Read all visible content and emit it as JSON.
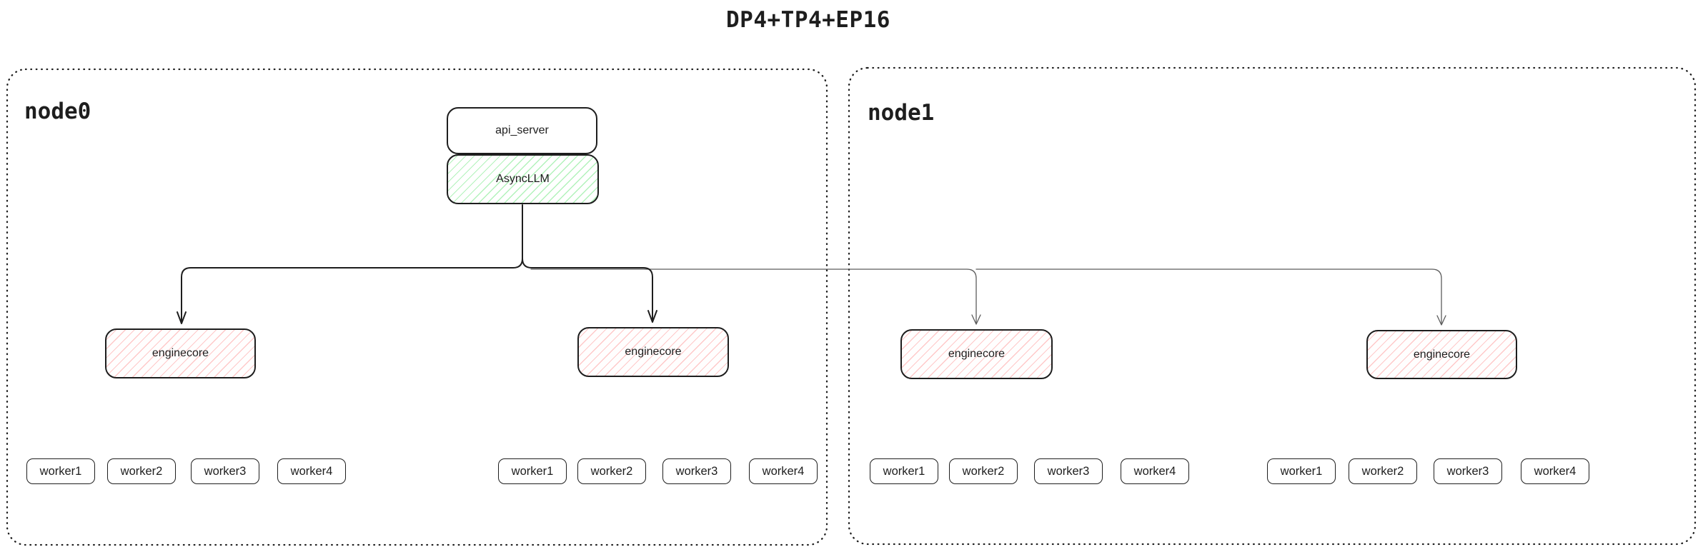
{
  "title": "DP4+TP4+EP16",
  "colors": {
    "ink": "#1e1e1e",
    "red_hatch": "#ffc9c9",
    "green_hatch": "#b2f2bb",
    "thin_line": "#5c5c5c"
  },
  "api_server_label": "api_server",
  "asyncllm_label": "AsyncLLM",
  "nodes": [
    {
      "label": "node0",
      "enginecores": [
        {
          "label": "enginecore",
          "workers": [
            "worker1",
            "worker2",
            "worker3",
            "worker4"
          ]
        },
        {
          "label": "enginecore",
          "workers": [
            "worker1",
            "worker2",
            "worker3",
            "worker4"
          ]
        }
      ]
    },
    {
      "label": "node1",
      "enginecores": [
        {
          "label": "enginecore",
          "workers": [
            "worker1",
            "worker2",
            "worker3",
            "worker4"
          ]
        },
        {
          "label": "enginecore",
          "workers": [
            "worker1",
            "worker2",
            "worker3",
            "worker4"
          ]
        }
      ]
    }
  ]
}
